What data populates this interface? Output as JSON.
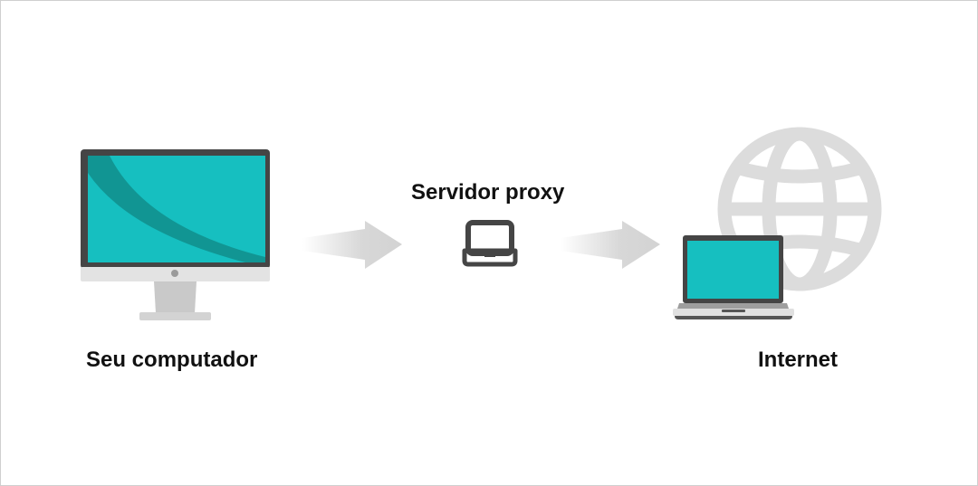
{
  "diagram": {
    "nodes": [
      {
        "id": "computer",
        "label": "Seu computador",
        "icon": "desktop-monitor-icon"
      },
      {
        "id": "proxy",
        "label": "Servidor proxy",
        "icon": "laptop-outline-icon"
      },
      {
        "id": "internet",
        "label": "Internet",
        "icon": "globe-with-laptop-icon"
      }
    ],
    "edges": [
      {
        "from": "computer",
        "to": "proxy"
      },
      {
        "from": "proxy",
        "to": "internet"
      }
    ],
    "colors": {
      "screen": "#16bfc0",
      "dark": "#454545",
      "arrow": "#d3d3d3",
      "globe": "#dcdcdc"
    }
  }
}
